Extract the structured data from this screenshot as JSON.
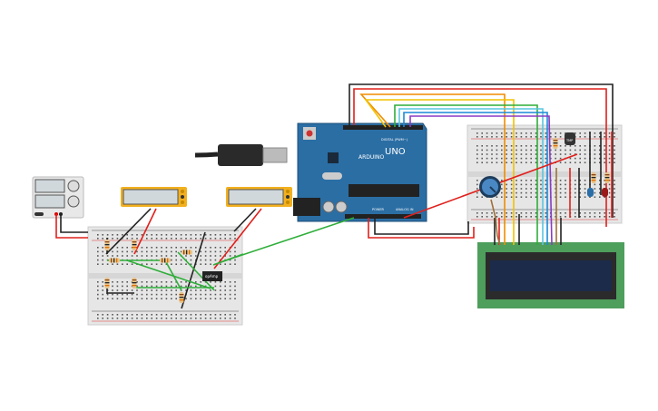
{
  "arduino": {
    "brand": "ARDUINO",
    "model": "UNO",
    "digital_label": "DIGITAL (PWM~)",
    "power_label": "POWER",
    "analog_label": "ANALOG IN"
  },
  "opamp": {
    "label": "opAmp"
  },
  "sensor": {
    "label": "TMP"
  },
  "colors": {
    "breadboard": "#e6e6e6",
    "arduino": "#2b6ea4",
    "lcd_board": "#4e9e5c",
    "lcd_screen": "#1c2b4a",
    "multimeter": "#f2b01e",
    "wire_red": "#e0201c",
    "wire_black": "#222222",
    "wire_green": "#2fae3a",
    "wire_orange": "#f08c00",
    "wire_yellow": "#f2c200",
    "wire_blue": "#1a8ad8",
    "wire_purple": "#8a3cc4"
  }
}
